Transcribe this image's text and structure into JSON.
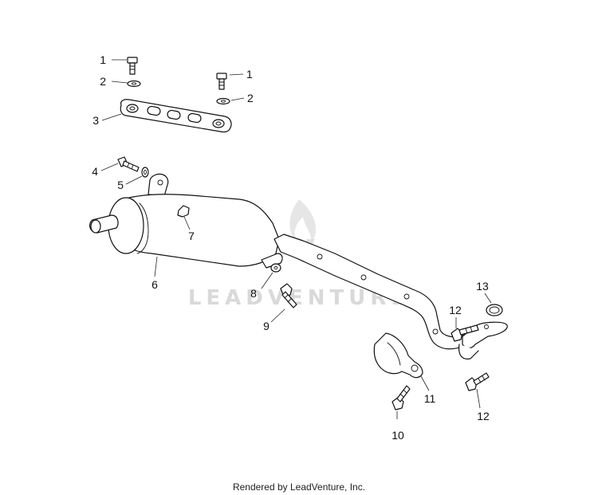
{
  "watermark": {
    "text": "LEADVENTURE"
  },
  "footer": {
    "text": "Rendered by LeadVenture, Inc."
  },
  "callouts": {
    "c1a": "1",
    "c1b": "1",
    "c2a": "2",
    "c2b": "2",
    "c3": "3",
    "c4": "4",
    "c5": "5",
    "c6": "6",
    "c7": "7",
    "c8": "8",
    "c9": "9",
    "c10": "10",
    "c11": "11",
    "c12a": "12",
    "c12b": "12",
    "c13": "13"
  },
  "colors": {
    "line": "#111111",
    "watermark": "#d9d9d9",
    "background": "#ffffff"
  }
}
